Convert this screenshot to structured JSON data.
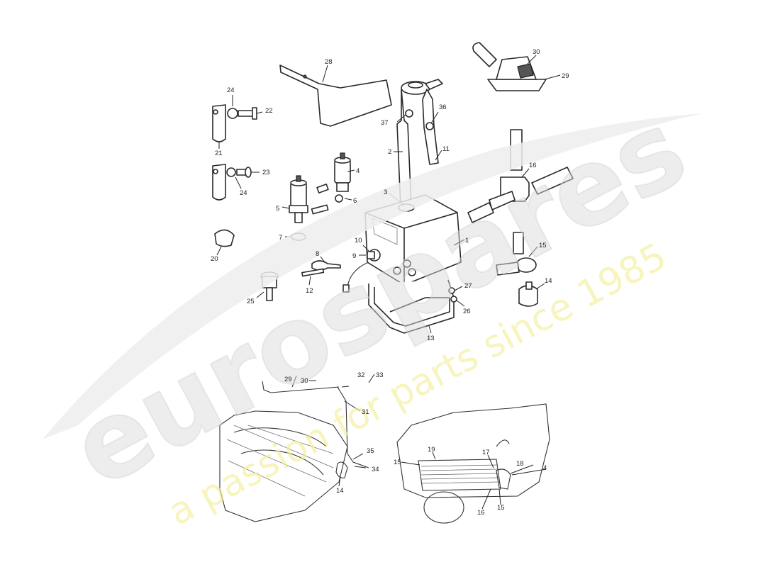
{
  "watermark": {
    "brand": "eurospares",
    "tagline": "a passion for parts since 1985",
    "brand_color": "#d9d9d9",
    "tagline_color": "#f3ee9a"
  },
  "callouts": {
    "c1": "1",
    "c2": "2",
    "c3": "3",
    "c4a": "4",
    "c4b": "4",
    "c5": "5",
    "c6": "6",
    "c7": "7",
    "c8": "8",
    "c9": "9",
    "c10": "10",
    "c11": "11",
    "c12": "12",
    "c13": "13",
    "c14a": "14",
    "c14b": "14",
    "c15a": "15",
    "c15b": "15",
    "c15c": "15",
    "c16a": "16",
    "c16b": "16",
    "c17": "17",
    "c18": "18",
    "c19": "19",
    "c20": "20",
    "c21": "21",
    "c22": "22",
    "c23": "23",
    "c24a": "24",
    "c24b": "24",
    "c25": "25",
    "c26": "26",
    "c27": "27",
    "c28": "28",
    "c29a": "29",
    "c29b": "29",
    "c30a": "30",
    "c30b": "30",
    "c31": "31",
    "c32": "32",
    "c33": "33",
    "c34": "34",
    "c35": "35",
    "c36": "36",
    "c37": "37"
  }
}
